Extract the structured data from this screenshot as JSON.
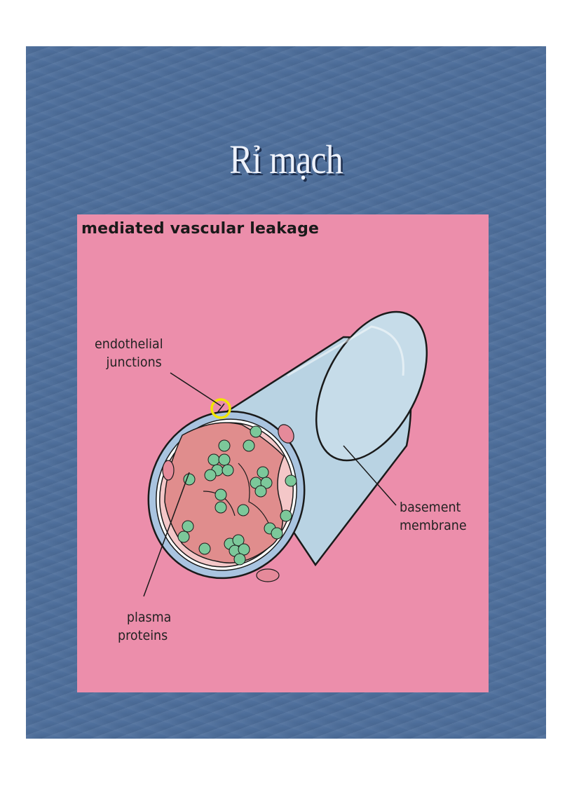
{
  "slide": {
    "title": "Rỉ mạch",
    "background_color": "#4e6f9c"
  },
  "figure": {
    "title": "mediated vascular leakage",
    "background_color": "#ec8eab",
    "labels": {
      "endothelial_line1": "endothelial",
      "endothelial_line2": "junctions",
      "basement_line1": "basement",
      "basement_line2": "membrane",
      "plasma_line1": "plasma",
      "plasma_line2": "proteins"
    },
    "highlight_color": "#f2e600",
    "protein_color": "#7cc89a"
  }
}
